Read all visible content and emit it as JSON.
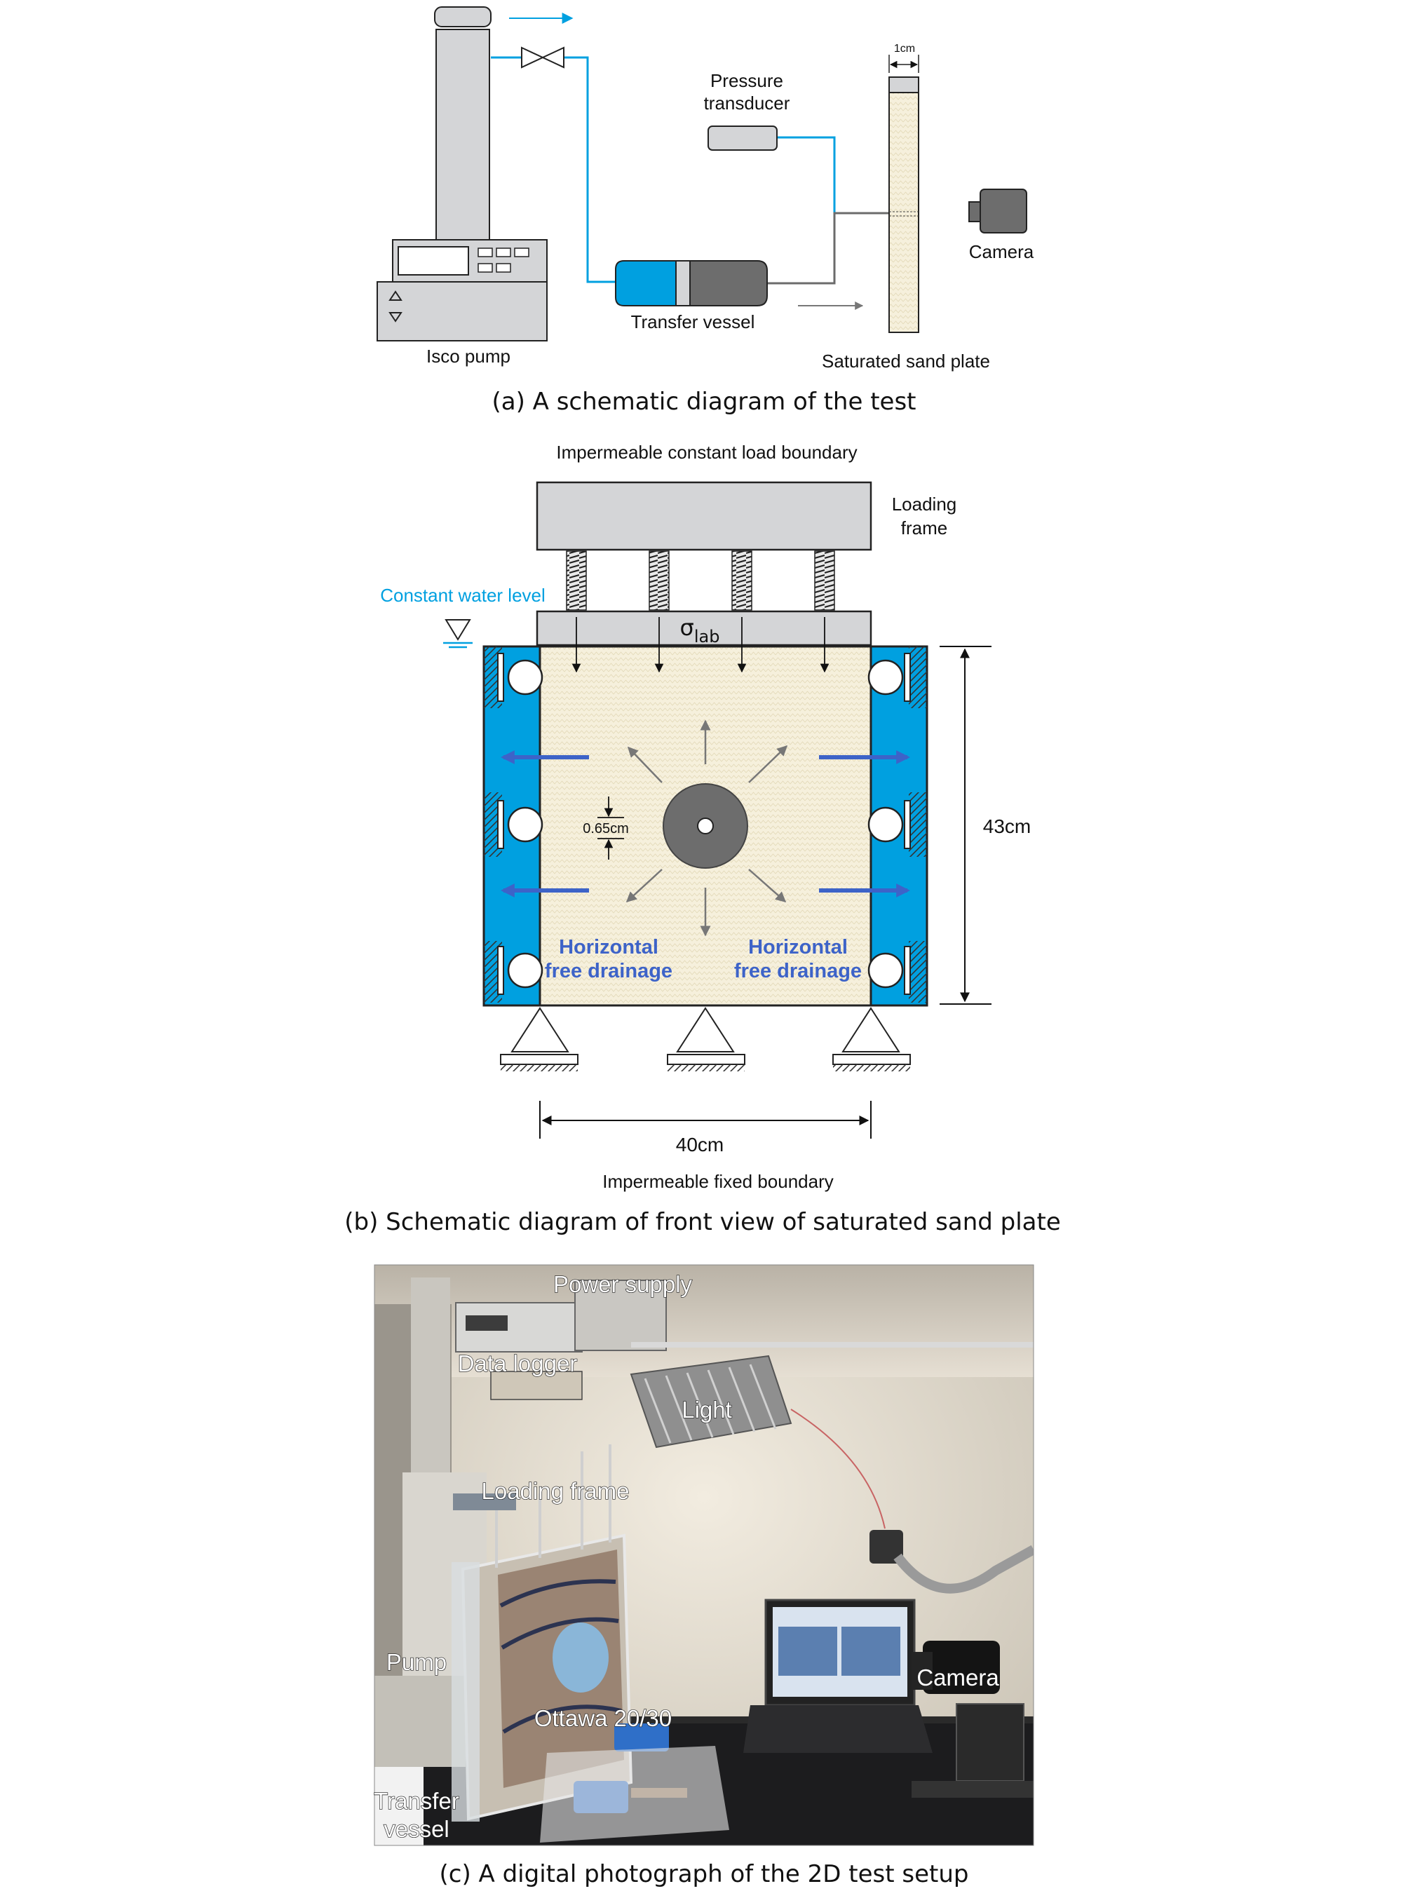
{
  "panel_a": {
    "caption": "(a) A schematic diagram of the test",
    "isco_pump": "Isco pump",
    "transfer_vessel": "Transfer vessel",
    "pressure_transducer_line1": "Pressure",
    "pressure_transducer_line2": "transducer",
    "camera": "Camera",
    "saturated_sand_plate": "Saturated sand plate",
    "scale": "1cm"
  },
  "panel_b": {
    "caption": "(b) Schematic diagram of front view of saturated sand plate",
    "top_boundary": "Impermeable constant load boundary",
    "loading_frame_line1": "Loading",
    "loading_frame_line2": "frame",
    "water_level": "Constant water level",
    "sigma": "σ",
    "sigma_sub": "lab",
    "height": "43cm",
    "width": "40cm",
    "spacing": "0.65cm",
    "drain_left_1": "Horizontal",
    "drain_left_2": "free drainage",
    "drain_right_1": "Horizontal",
    "drain_right_2": "free drainage",
    "bottom_boundary": "Impermeable fixed boundary"
  },
  "panel_c": {
    "caption": "(c) A digital photograph of the 2D test setup",
    "power_supply": "Power supply",
    "data_logger": "Data logger",
    "light": "Light",
    "loading_frame": "Loading frame",
    "pump": "Pump",
    "camera": "Camera",
    "sand": "Ottawa 20/30",
    "transfer_line1": "Transfer",
    "transfer_line2": "vessel"
  },
  "colors": {
    "water_blue": "#00a0e0",
    "drain_blue": "#3d63c8",
    "sand": "#f6f0dc",
    "frame_gray": "#d4d5d7"
  }
}
